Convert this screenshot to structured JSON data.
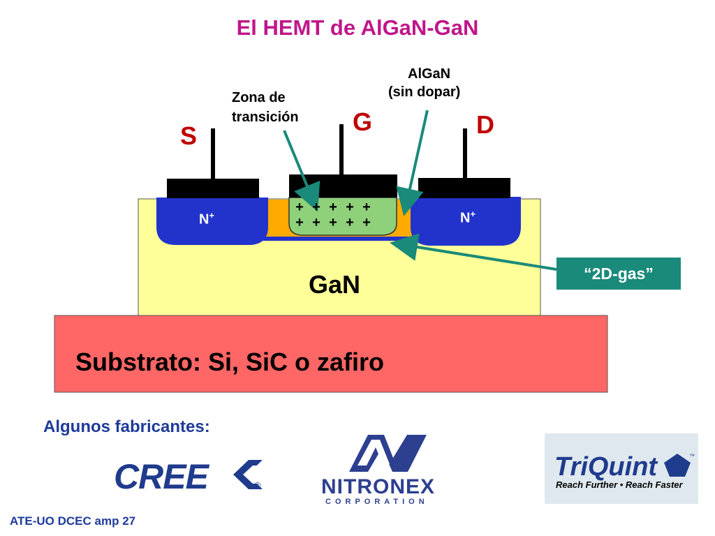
{
  "title": "El HEMT de AlGaN-GaN",
  "labels": {
    "algan_line1": "AlGaN",
    "algan_line2": "(sin dopar)",
    "zona_line1": "Zona de",
    "zona_line2": "transición",
    "source": "S",
    "gate": "G",
    "drain": "D",
    "nplus": "N",
    "nplus_sup": "+",
    "gas": "“2D-gas”",
    "gan": "GaN",
    "substrate": "Substrato: Si, SiC o zafiro",
    "plus_row": "+ + + + +"
  },
  "manufacturers": {
    "heading": "Algunos fabricantes:",
    "cree": "CREE",
    "cree_reg": "®",
    "nitronex": "NITRONEX",
    "nitronex_sub": "CORPORATION",
    "triquint": "TriQuint",
    "triquint_tm": "™",
    "triquint_tagline": "Reach Further • Reach Faster"
  },
  "footer": "ATE-UO DCEC amp 27",
  "colors": {
    "title": "#c0168a",
    "terminal": "#c00000",
    "gan": "#ffff99",
    "substrate": "#ff6666",
    "nplus": "#2233cc",
    "algan": "#ffaa00",
    "channel": "#8fd17a",
    "arrow": "#1a8a7a",
    "contact": "#000000"
  }
}
